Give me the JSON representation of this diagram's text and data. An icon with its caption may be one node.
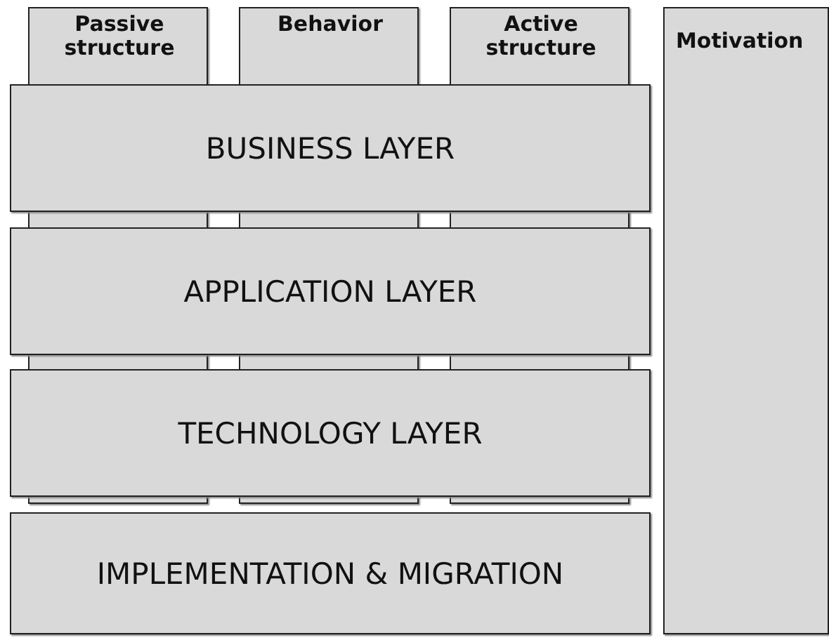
{
  "diagram": {
    "nodes": [
      {
        "text": [
          "Passive structure"
        ]
      },
      {
        "text": [
          "Behavior"
        ]
      },
      {
        "text": [
          "Active structure"
        ]
      },
      {
        "text": [
          "Motivation"
        ]
      },
      {
        "text": [
          "BUSINESS LAYER"
        ]
      },
      {
        "text": [
          "APPLICATION LAYER"
        ]
      },
      {
        "text": [
          "TECHNOLOGY LAYER"
        ]
      },
      {
        "text": [
          "IMPLEMENTATION & MIGRATION"
        ]
      }
    ]
  }
}
